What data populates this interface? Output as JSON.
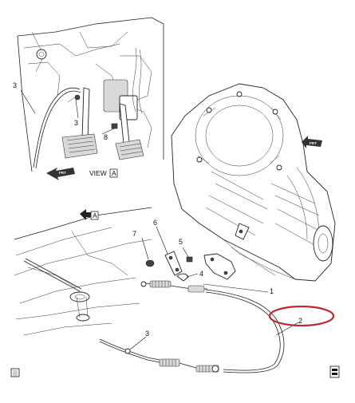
{
  "diagram": {
    "callouts": {
      "c1": "1",
      "c2": "2",
      "c3_inset_upper": "3",
      "c3_inset_mid": "3",
      "c3_lower": "3",
      "c4": "4",
      "c5": "5",
      "c6": "6",
      "c7": "7",
      "c8": "8"
    },
    "view_label": "VIEW",
    "view_letter": "A",
    "view_marker_letter": "A",
    "front_arrow_text": "FRT",
    "highlight_color": "#c0282d",
    "corner_left_icon": "book-icon",
    "corner_right_icon": "document-icon"
  }
}
